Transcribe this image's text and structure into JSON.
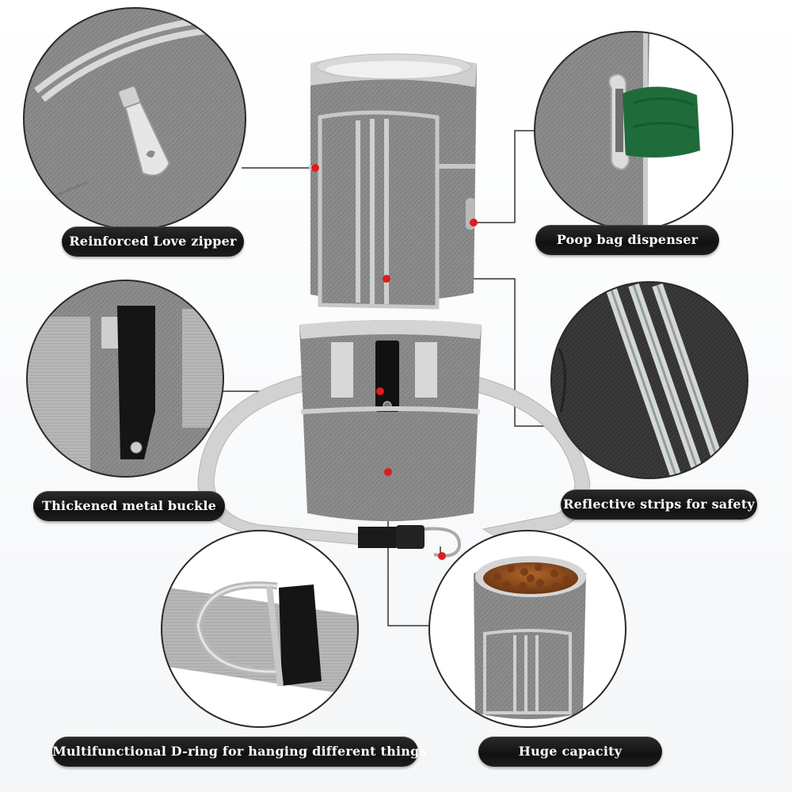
{
  "labels": {
    "zipper": "Reinforced Love zipper",
    "dispenser": "Poop bag dispenser",
    "buckle": "Thickened metal buckle",
    "reflective": "Reflective strips for safety",
    "dring": "Multifunctional D-ring for hanging different things",
    "capacity": "Huge capacity"
  },
  "colors": {
    "fabric": "#8a8a8a",
    "fabric_dark": "#6e6e6e",
    "trim": "#c9c9c9",
    "bag_green": "#1f6b3a",
    "marker_red": "#e01b1b",
    "label_bg": "#141414",
    "kibble": "#8b4a1e"
  }
}
